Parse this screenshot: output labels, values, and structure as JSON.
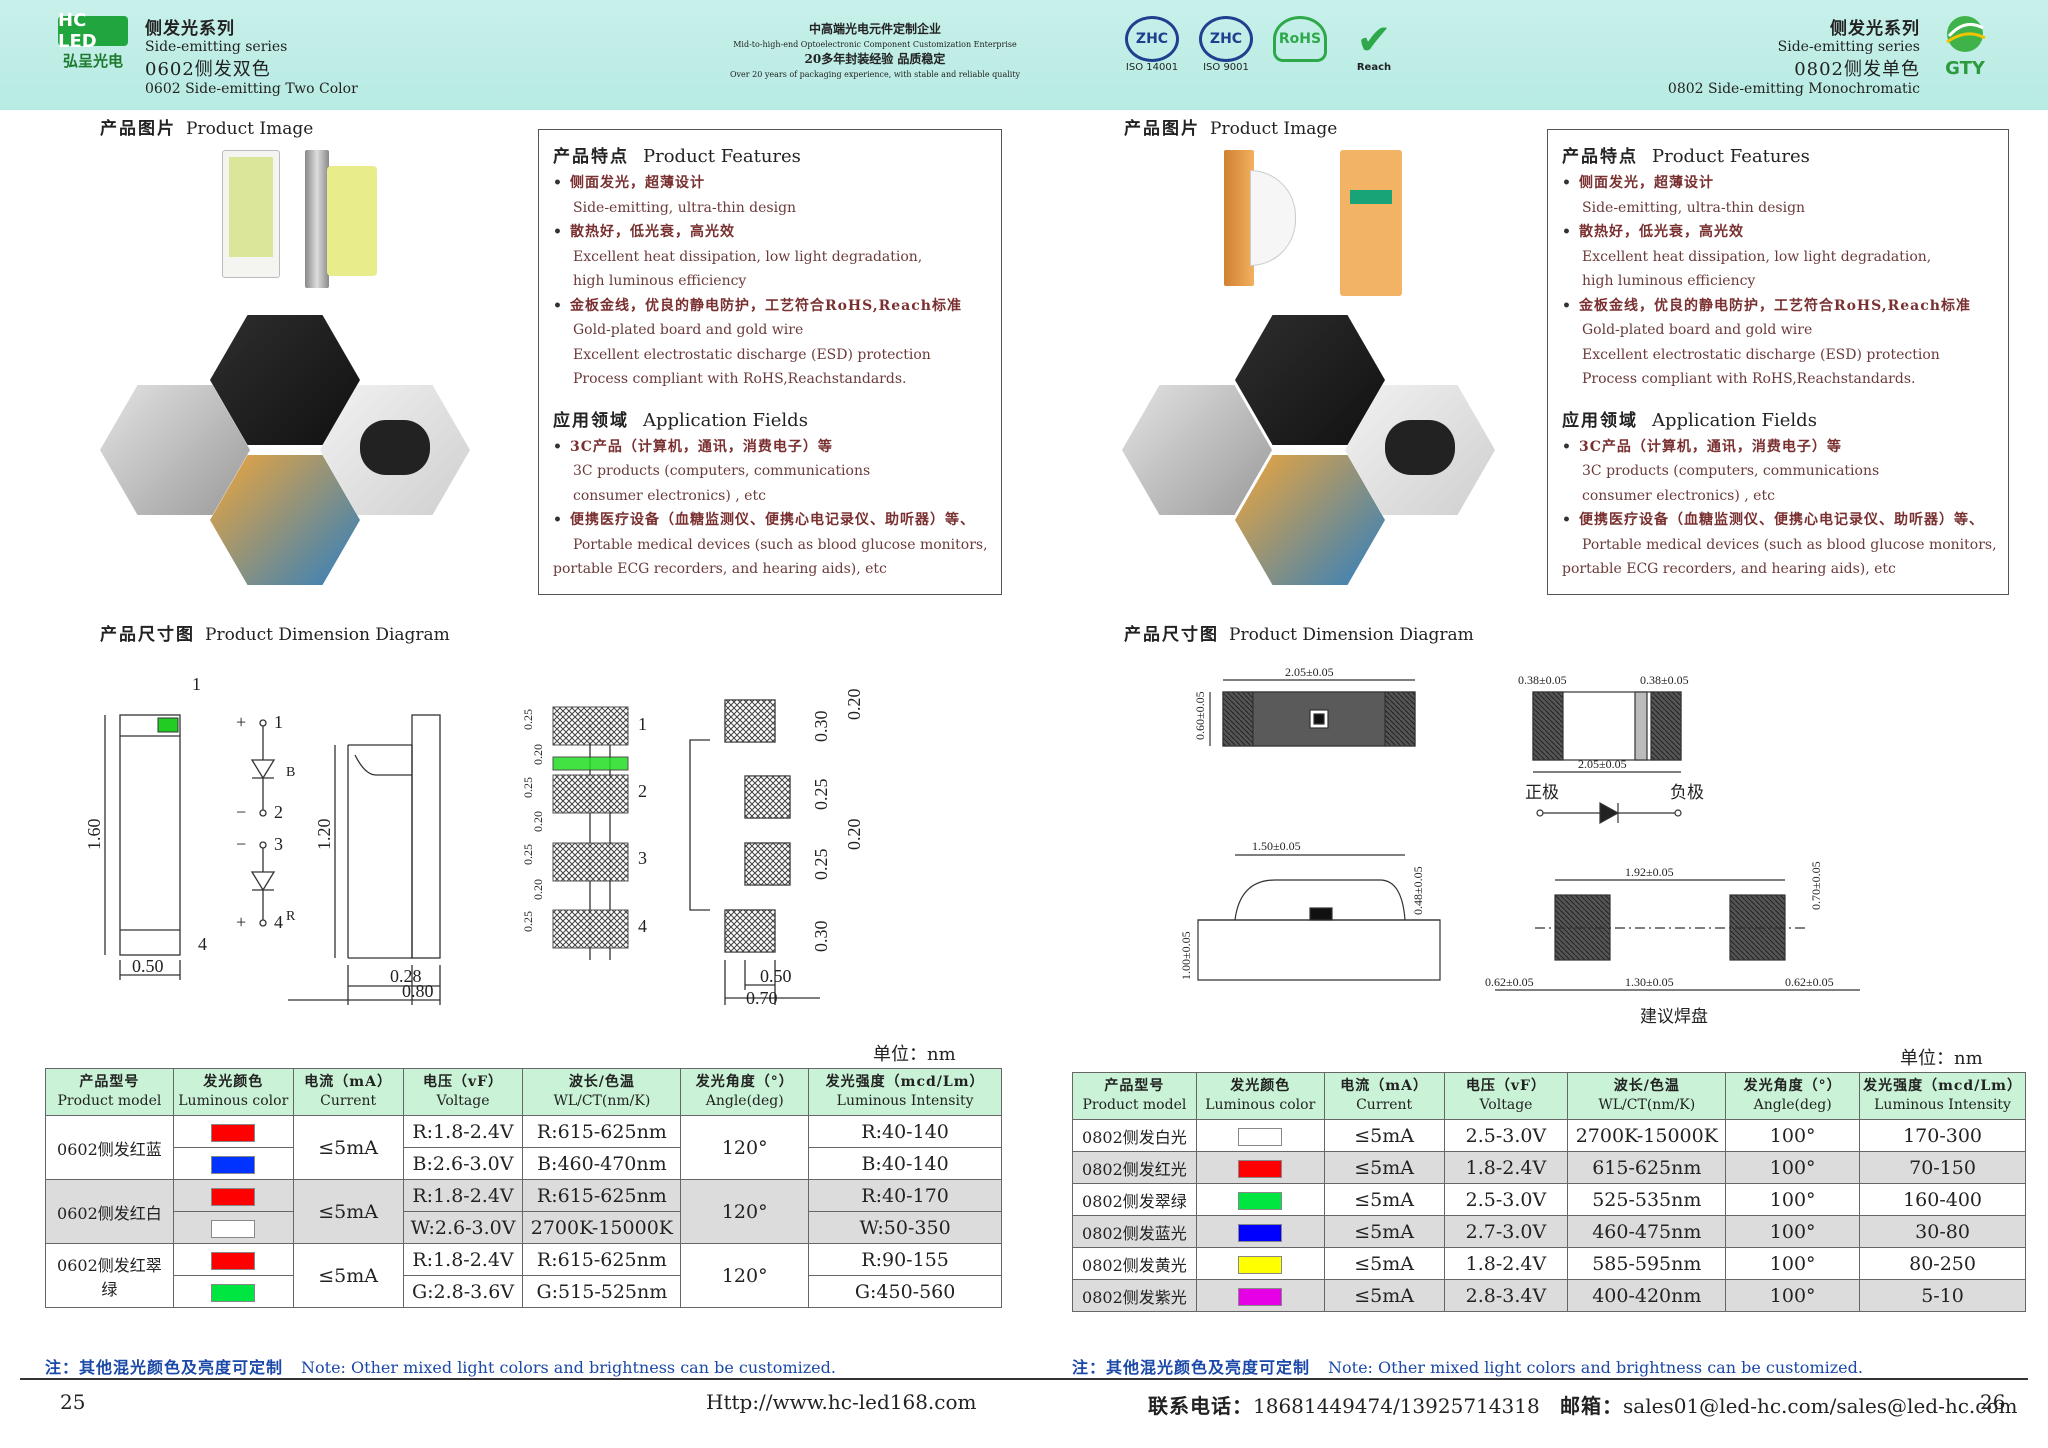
{
  "left": {
    "header": {
      "logo_text": "HC LED",
      "logo_cn": "弘呈光电",
      "series_cn": "侧发光系列",
      "series_en": "Side-emitting series",
      "model_cn": "0602侧发双色",
      "model_en": "0602 Side-emitting Two Color"
    },
    "product_image_title": {
      "cn": "产品图片",
      "en": "Product Image"
    },
    "features": {
      "title_cn": "产品特点",
      "title_en": "Product Features",
      "items": [
        {
          "cn": "侧面发光，超薄设计",
          "en": [
            "Side-emitting, ultra-thin design"
          ]
        },
        {
          "cn": "散热好，低光衰，高光效",
          "en": [
            "Excellent heat dissipation, low light degradation,",
            "high luminous efficiency"
          ]
        },
        {
          "cn": "金板金线，优良的静电防护，工艺符合RoHS,Reach标准",
          "en": [
            "Gold-plated board and gold wire",
            "Excellent electrostatic discharge (ESD) protection",
            "Process compliant with RoHS,Reachstandards."
          ]
        }
      ],
      "app_title_cn": "应用领域",
      "app_title_en": "Application Fields",
      "apps": [
        {
          "cn": "3C产品（计算机，通讯，消费电子）等",
          "en": [
            "3C products (computers, communications",
            "consumer electronics) , etc"
          ]
        },
        {
          "cn": "便携医疗设备（血糖监测仪、便携心电记录仪、助听器）等、",
          "en": [
            "Portable medical devices (such as blood glucose monitors,",
            "portable ECG recorders, and hearing aids), etc"
          ]
        }
      ]
    },
    "dimension_title": {
      "cn": "产品尺寸图",
      "en": "Product Dimension Diagram"
    },
    "dims": {
      "pin1": "1",
      "pin4": "4",
      "h160": "1.60",
      "w050": "0.50",
      "plus1": "+",
      "n1": "1",
      "minus2": "−",
      "n2": "2",
      "minus3": "−",
      "n3": "3",
      "plus4": "+",
      "n4": "4",
      "B": "B",
      "R": "R",
      "h120": "1.20",
      "w028": "0.28",
      "w080": "0.80",
      "d025a": "0.25",
      "d020a": "0.20",
      "d025b": "0.25",
      "d020b": "0.20",
      "d025c": "0.25",
      "d020c": "0.20",
      "d025d": "0.25",
      "p1": "1",
      "p2": "2",
      "p3": "3",
      "p4": "4",
      "r030a": "0.30",
      "r020a": "0.20",
      "r025a": "0.25",
      "r020b": "0.20",
      "r025b": "0.25",
      "r030b": "0.30",
      "b050": "0.50",
      "b070": "0.70"
    },
    "unit": "单位：nm",
    "table": {
      "headers": [
        {
          "cn": "产品型号",
          "en": "Product model"
        },
        {
          "cn": "发光颜色",
          "en": "Luminous color"
        },
        {
          "cn": "电流（mA）",
          "en": "Current"
        },
        {
          "cn": "电压（vF）",
          "en": "Voltage"
        },
        {
          "cn": "波长/色温",
          "en": "WL/CT(nm/K)"
        },
        {
          "cn": "发光角度（°）",
          "en": "Angle(deg)"
        },
        {
          "cn": "发光强度（mcd/Lm）",
          "en": "Luminous Intensity"
        }
      ],
      "rows": [
        {
          "model": "0602侧发红蓝",
          "colors": [
            "#ff0000",
            "#0033ff"
          ],
          "current": "≤5mA",
          "voltage": [
            "R:1.8-2.4V",
            "B:2.6-3.0V"
          ],
          "wl": [
            "R:615-625nm",
            "B:460-470nm"
          ],
          "angle": "120°",
          "lum": [
            "R:40-140",
            "B:40-140"
          ]
        },
        {
          "model": "0602侧发红白",
          "colors": [
            "#ff0000",
            "#ffffff"
          ],
          "current": "≤5mA",
          "voltage": [
            "R:1.8-2.4V",
            "W:2.6-3.0V"
          ],
          "wl": [
            "R:615-625nm",
            "2700K-15000K"
          ],
          "angle": "120°",
          "lum": [
            "R:40-170",
            "W:50-350"
          ]
        },
        {
          "model": "0602侧发红翠绿",
          "colors": [
            "#ff0000",
            "#00e640"
          ],
          "current": "≤5mA",
          "voltage": [
            "R:1.8-2.4V",
            "G:2.8-3.6V"
          ],
          "wl": [
            "R:615-625nm",
            "G:515-525nm"
          ],
          "angle": "120°",
          "lum": [
            "R:90-155",
            "G:450-560"
          ]
        }
      ]
    },
    "note": {
      "cn": "注：其他混光颜色及亮度可定制",
      "en": "Note: Other mixed light colors and brightness can be customized."
    },
    "page_number": "25",
    "url": "Http://www.hc-led168.com"
  },
  "center_header": {
    "line1": "中高端光电元件定制企业",
    "line2": "Mid-to-high-end Optoelectronic Component Customization Enterprise",
    "line3": "20多年封装经验 品质稳定",
    "line4": "Over 20 years of packaging experience, with stable and reliable quality",
    "certs": [
      {
        "mark": "ZHC",
        "label": "ISO 14001"
      },
      {
        "mark": "ZHC",
        "label": "ISO 9001"
      },
      {
        "mark": "RoHS",
        "label": "RoHS"
      },
      {
        "mark": "✔",
        "label": "Reach"
      }
    ]
  },
  "right": {
    "header": {
      "series_cn": "侧发光系列",
      "series_en": "Side-emitting series",
      "model_cn": "0802侧发单色",
      "model_en": "0802 Side-emitting Monochromatic",
      "logo_text": "GTY"
    },
    "product_image_title": {
      "cn": "产品图片",
      "en": "Product Image"
    },
    "dimension_title": {
      "cn": "产品尺寸图",
      "en": "Product Dimension Diagram"
    },
    "dims": {
      "top_w": "2.05±0.05",
      "top_h": "0.60±0.05",
      "side_a": "0.38±0.05",
      "side_b": "0.38±0.05",
      "side_w": "2.05±0.05",
      "pos": "正极",
      "neg": "负极",
      "front_w": "1.50±0.05",
      "front_h1": "0.48±0.05",
      "front_h2": "1.00±0.05",
      "pad_w": "1.92±0.05",
      "pad_h": "0.70±0.05",
      "pad_l": "0.62±0.05",
      "pad_m": "1.30±0.05",
      "pad_r": "0.62±0.05",
      "pad_title": "建议焊盘"
    },
    "unit": "单位：nm",
    "table": {
      "headers": [
        {
          "cn": "产品型号",
          "en": "Product model"
        },
        {
          "cn": "发光颜色",
          "en": "Luminous color"
        },
        {
          "cn": "电流（mA）",
          "en": "Current"
        },
        {
          "cn": "电压（vF）",
          "en": "Voltage"
        },
        {
          "cn": "波长/色温",
          "en": "WL/CT(nm/K)"
        },
        {
          "cn": "发光角度（°）",
          "en": "Angle(deg)"
        },
        {
          "cn": "发光强度（mcd/Lm）",
          "en": "Luminous Intensity"
        }
      ],
      "rows": [
        {
          "model": "0802侧发白光",
          "color": "#ffffff",
          "current": "≤5mA",
          "voltage": "2.5-3.0V",
          "wl": "2700K-15000K",
          "angle": "100°",
          "lum": "170-300"
        },
        {
          "model": "0802侧发红光",
          "color": "#ff0000",
          "current": "≤5mA",
          "voltage": "1.8-2.4V",
          "wl": "615-625nm",
          "angle": "100°",
          "lum": "70-150"
        },
        {
          "model": "0802侧发翠绿",
          "color": "#00e640",
          "current": "≤5mA",
          "voltage": "2.5-3.0V",
          "wl": "525-535nm",
          "angle": "100°",
          "lum": "160-400"
        },
        {
          "model": "0802侧发蓝光",
          "color": "#0000ff",
          "current": "≤5mA",
          "voltage": "2.7-3.0V",
          "wl": "460-475nm",
          "angle": "100°",
          "lum": "30-80"
        },
        {
          "model": "0802侧发黄光",
          "color": "#ffff00",
          "current": "≤5mA",
          "voltage": "1.8-2.4V",
          "wl": "585-595nm",
          "angle": "100°",
          "lum": "80-250"
        },
        {
          "model": "0802侧发紫光",
          "color": "#e600e6",
          "current": "≤5mA",
          "voltage": "2.8-3.4V",
          "wl": "400-420nm",
          "angle": "100°",
          "lum": "5-10"
        }
      ]
    },
    "note": {
      "cn": "注：其他混光颜色及亮度可定制",
      "en": "Note: Other mixed light colors and brightness can be customized."
    },
    "contact": {
      "phone_label": "联系电话：",
      "phone": "18681449474/13925714318",
      "email_label": "邮箱：",
      "email": "sales01@led-hc.com/sales@led-hc.com"
    },
    "page_number": "26"
  }
}
